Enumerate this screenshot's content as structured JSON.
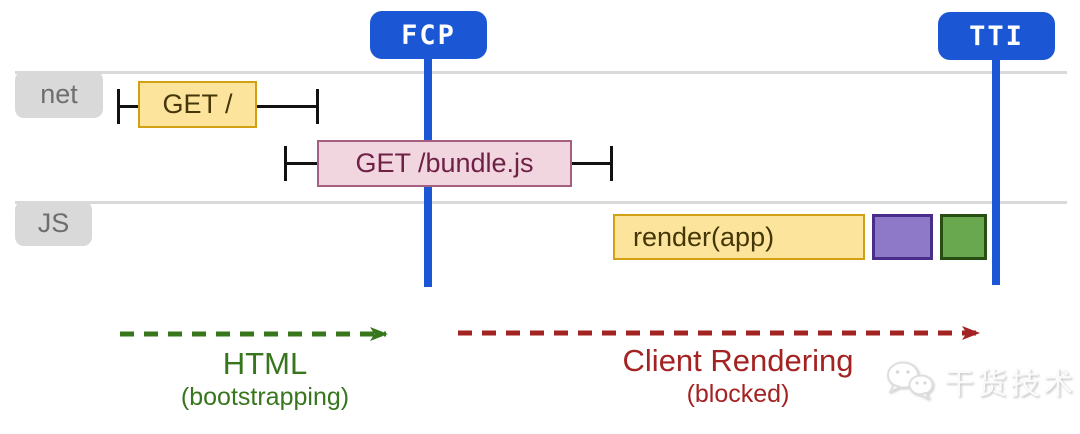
{
  "title": "client-side rendering timeline diagram",
  "markers": {
    "fcp": {
      "label": "FCP"
    },
    "tti": {
      "label": "TTI"
    }
  },
  "lanes": {
    "net": {
      "label": "net"
    },
    "js": {
      "label": "JS"
    }
  },
  "net_lane": {
    "request_root": {
      "label": "GET /"
    },
    "request_bundle": {
      "label": "GET /bundle.js"
    }
  },
  "js_lane": {
    "task_render": {
      "label": "render(app)"
    },
    "task_purple": {
      "label": ""
    },
    "task_green": {
      "label": ""
    }
  },
  "phases": {
    "html": {
      "label": "HTML",
      "sublabel": "(bootstrapping)"
    },
    "client_rendering": {
      "label": "Client Rendering",
      "sublabel": "(blocked)"
    }
  },
  "watermark": {
    "text": "干货技术",
    "icon": "wechat-icon"
  },
  "colors": {
    "badge_blue": "#1b57d4",
    "lane_gray": "#d9d9d9",
    "task_yellow_fill": "#fce49c",
    "task_yellow_border": "#d2a014",
    "request_pink_fill": "#f1d6e0",
    "request_pink_border": "#a55f80",
    "task_purple_fill": "#8d79c7",
    "task_purple_border": "#4a2d8a",
    "task_green_fill": "#6aa84f",
    "task_green_border": "#274e13",
    "phase_green": "#38761d",
    "phase_red": "#a32222"
  }
}
